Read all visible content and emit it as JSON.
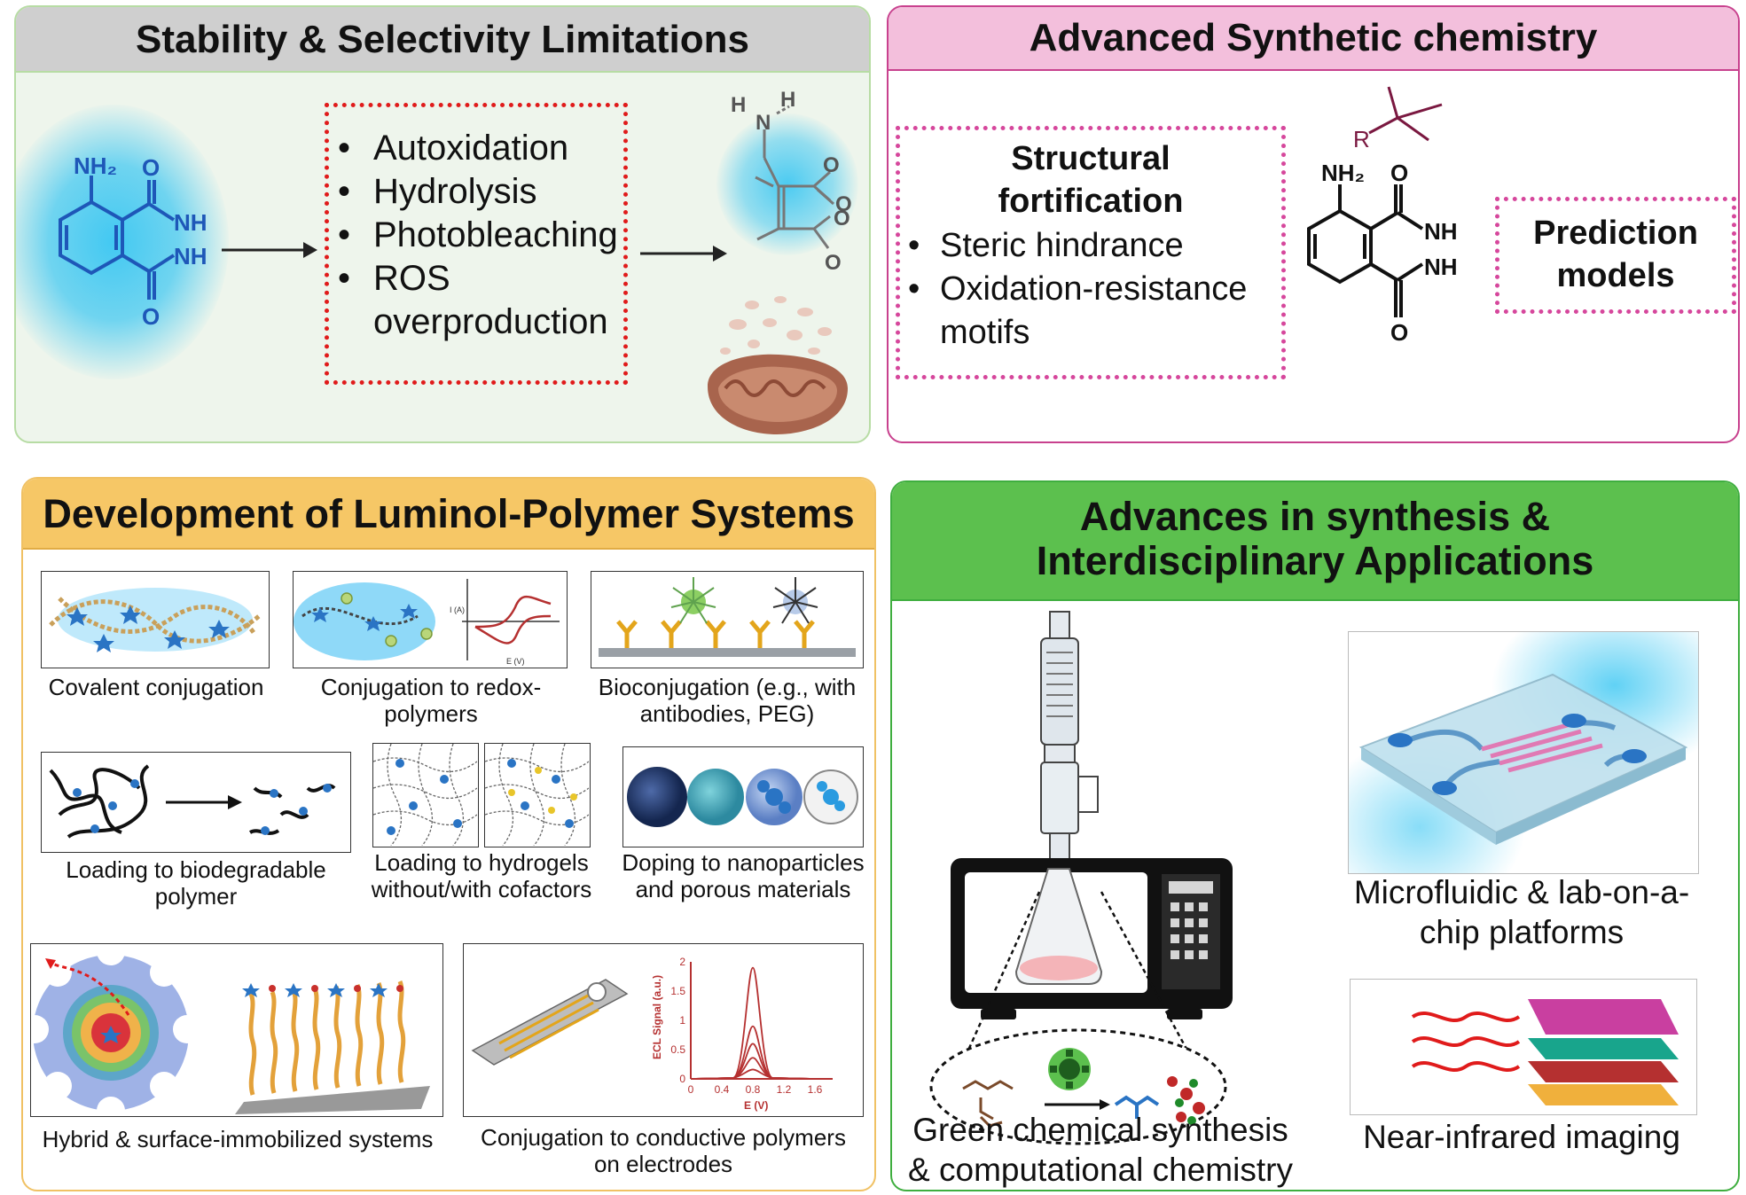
{
  "panels": {
    "stability": {
      "title": "Stability & Selectivity Limitations",
      "bullets": [
        "Autoxidation",
        "Hydrolysis",
        "Photobleaching",
        "ROS",
        "overproduction"
      ],
      "molecule": {
        "nh2": "NH₂",
        "o1": "O",
        "o2": "O",
        "nh_a": "NH",
        "nh_b": "NH"
      },
      "product": {
        "h1": "H",
        "n": "N",
        "h2": "H",
        "o_minus1": "O",
        "o1": "O",
        "o2": "O",
        "o_minus2": "O"
      }
    },
    "synthetic": {
      "title": "Advanced Synthetic chemistry",
      "fortification_title": "Structural fortification",
      "fortification_title_line1": "Structural",
      "fortification_title_line2": "fortification",
      "bullets": [
        "Steric hindrance",
        "Oxidation-resistance"
      ],
      "bullet_continuation": "motifs",
      "prediction_line1": "Prediction",
      "prediction_line2": "models",
      "molecule": {
        "r": "R",
        "nh2": "NH₂",
        "o1": "O",
        "o2": "O",
        "nh_a": "NH",
        "nh_b": "NH"
      }
    },
    "polymer": {
      "title": "Development of Luminol-Polymer Systems",
      "captions": {
        "covalent": "Covalent conjugation",
        "redox_l1": "Conjugation to redox-",
        "redox_l2": "polymers",
        "bio_l1": "Bioconjugation (e.g., with",
        "bio_l2": "antibodies, PEG)",
        "biodeg_l1": "Loading to biodegradable",
        "biodeg_l2": "polymer",
        "hydro_l1": "Loading to hydrogels",
        "hydro_l2": "without/with cofactors",
        "nano_l1": "Doping to nanoparticles",
        "nano_l2": "and porous materials",
        "hybrid": "Hybrid & surface-immobilized systems",
        "cond_l1": "Conjugation to conductive polymers",
        "cond_l2": "on electrodes"
      },
      "cv_axes": {
        "y": "I (A)",
        "x": "E (V)"
      },
      "ecl_chart": {
        "ylabel": "ECL Signal (a.u.)",
        "xlabel": "E (V)",
        "yticks": [
          "0",
          "0.5",
          "1",
          "1.5",
          "2"
        ],
        "xticks": [
          "0",
          "0.4",
          "0.8",
          "1.2",
          "1.6"
        ]
      }
    },
    "advances": {
      "title_line1": "Advances in synthesis &",
      "title_line2": "Interdisciplinary Applications",
      "green_l1": "Green chemical synthesis",
      "green_l2": "& computational chemistry",
      "micro_l1": "Microfluidic & lab-on-a-",
      "micro_l2": "chip platforms",
      "nir": "Near-infrared imaging"
    }
  },
  "colors": {
    "stability_border": "#b7dca4",
    "stability_header": "#cfcfcf",
    "stability_bg": "#eef5ec",
    "synthetic_border": "#c8418e",
    "synthetic_header": "#f3bfdc",
    "polymer_border": "#f0c164",
    "polymer_header": "#f6c766",
    "advances_border": "#3fae3f",
    "advances_header": "#5cc04e",
    "red_dots": "#e01b1b",
    "pink_dots": "#d6479c",
    "glow": "#39c6f2",
    "molecule": "#1e57b8"
  }
}
